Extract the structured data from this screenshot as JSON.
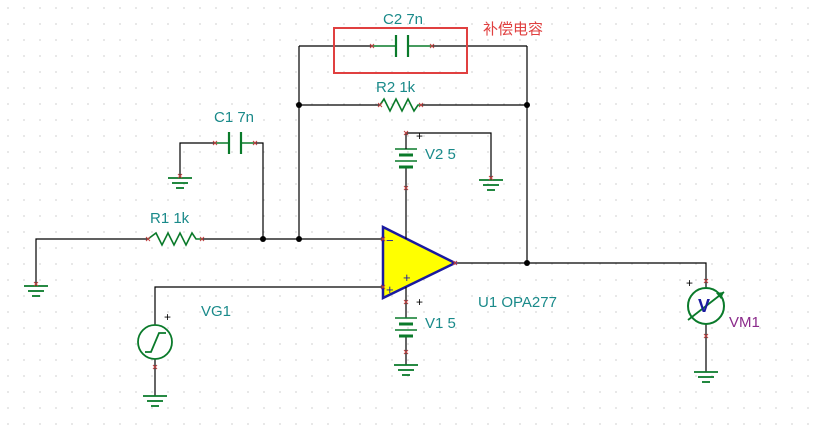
{
  "components": {
    "c2": {
      "label": "C2 7n"
    },
    "c1": {
      "label": "C1 7n"
    },
    "r2": {
      "label": "R2 1k"
    },
    "r1": {
      "label": "R1 1k"
    },
    "v2": {
      "label": "V2 5",
      "plus": "+"
    },
    "v1": {
      "label": "V1 5",
      "plus": "+"
    },
    "u1": {
      "label": "U1 OPA277",
      "minus": "−",
      "plus": "+"
    },
    "vg1": {
      "label": "VG1",
      "plus": "+"
    },
    "vm1": {
      "label": "VM1",
      "symbol": "V",
      "plus": "+"
    }
  },
  "annotation": {
    "text": "补偿电容"
  },
  "colors": {
    "wire": "#000000",
    "label": "#1a8a8a",
    "component": "#0a7a2a",
    "annotation": "#e04040",
    "opamp_fill": "#ffff00",
    "opamp_stroke": "#1a1aa0",
    "vm_label": "#8a2a8a",
    "grid_dot": "#d8d8d8",
    "pin": "#c04040"
  }
}
